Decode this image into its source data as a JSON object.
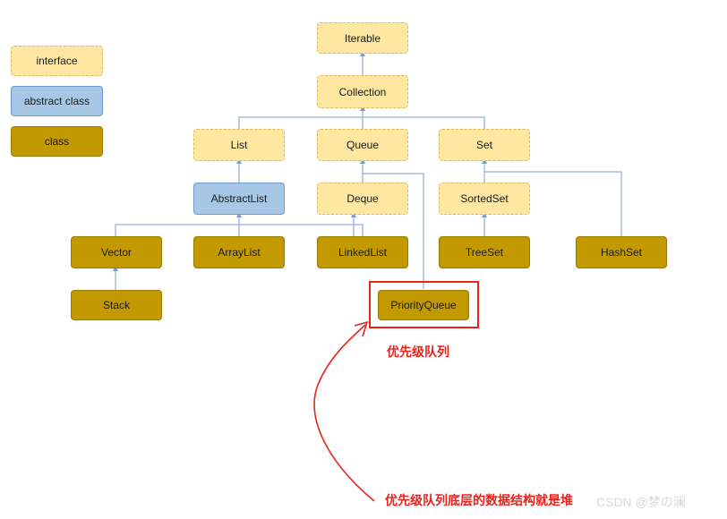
{
  "legend": {
    "interface": "interface",
    "abstract_class": "abstract class",
    "class": "class"
  },
  "nodes": {
    "iterable": "Iterable",
    "collection": "Collection",
    "list": "List",
    "queue": "Queue",
    "set": "Set",
    "abstractlist": "AbstractList",
    "deque": "Deque",
    "sortedset": "SortedSet",
    "vector": "Vector",
    "arraylist": "ArrayList",
    "linkedlist": "LinkedList",
    "treeset": "TreeSet",
    "hashset": "HashSet",
    "stack": "Stack",
    "priorityqueue": "PriorityQueue"
  },
  "annotations": {
    "priority_queue_label": "优先级队列",
    "bottom_note": "优先级队列底层的数据结构就是堆"
  },
  "watermark": "CSDN @梦の澜",
  "colors": {
    "interface_fill": "#fde7a1",
    "abstract_fill": "#a7c7e7",
    "class_fill": "#c29a00",
    "connector": "#7a9cc6",
    "highlight": "#e8231b"
  }
}
